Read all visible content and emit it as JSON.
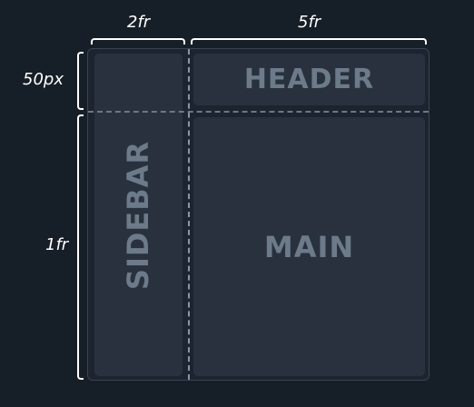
{
  "dimensions": {
    "column_1": "2fr",
    "column_2": "5fr",
    "row_1": "50px",
    "row_2": "1fr"
  },
  "areas": {
    "sidebar": "SIDEBAR",
    "header": "HEADER",
    "main": "MAIN"
  },
  "colors": {
    "background": "#161e27",
    "container": "#1c242f",
    "cell": "#28313d",
    "cell_text": "#6c7a89",
    "labels": "#ffffff",
    "grid_lines": "#8a96a3"
  }
}
